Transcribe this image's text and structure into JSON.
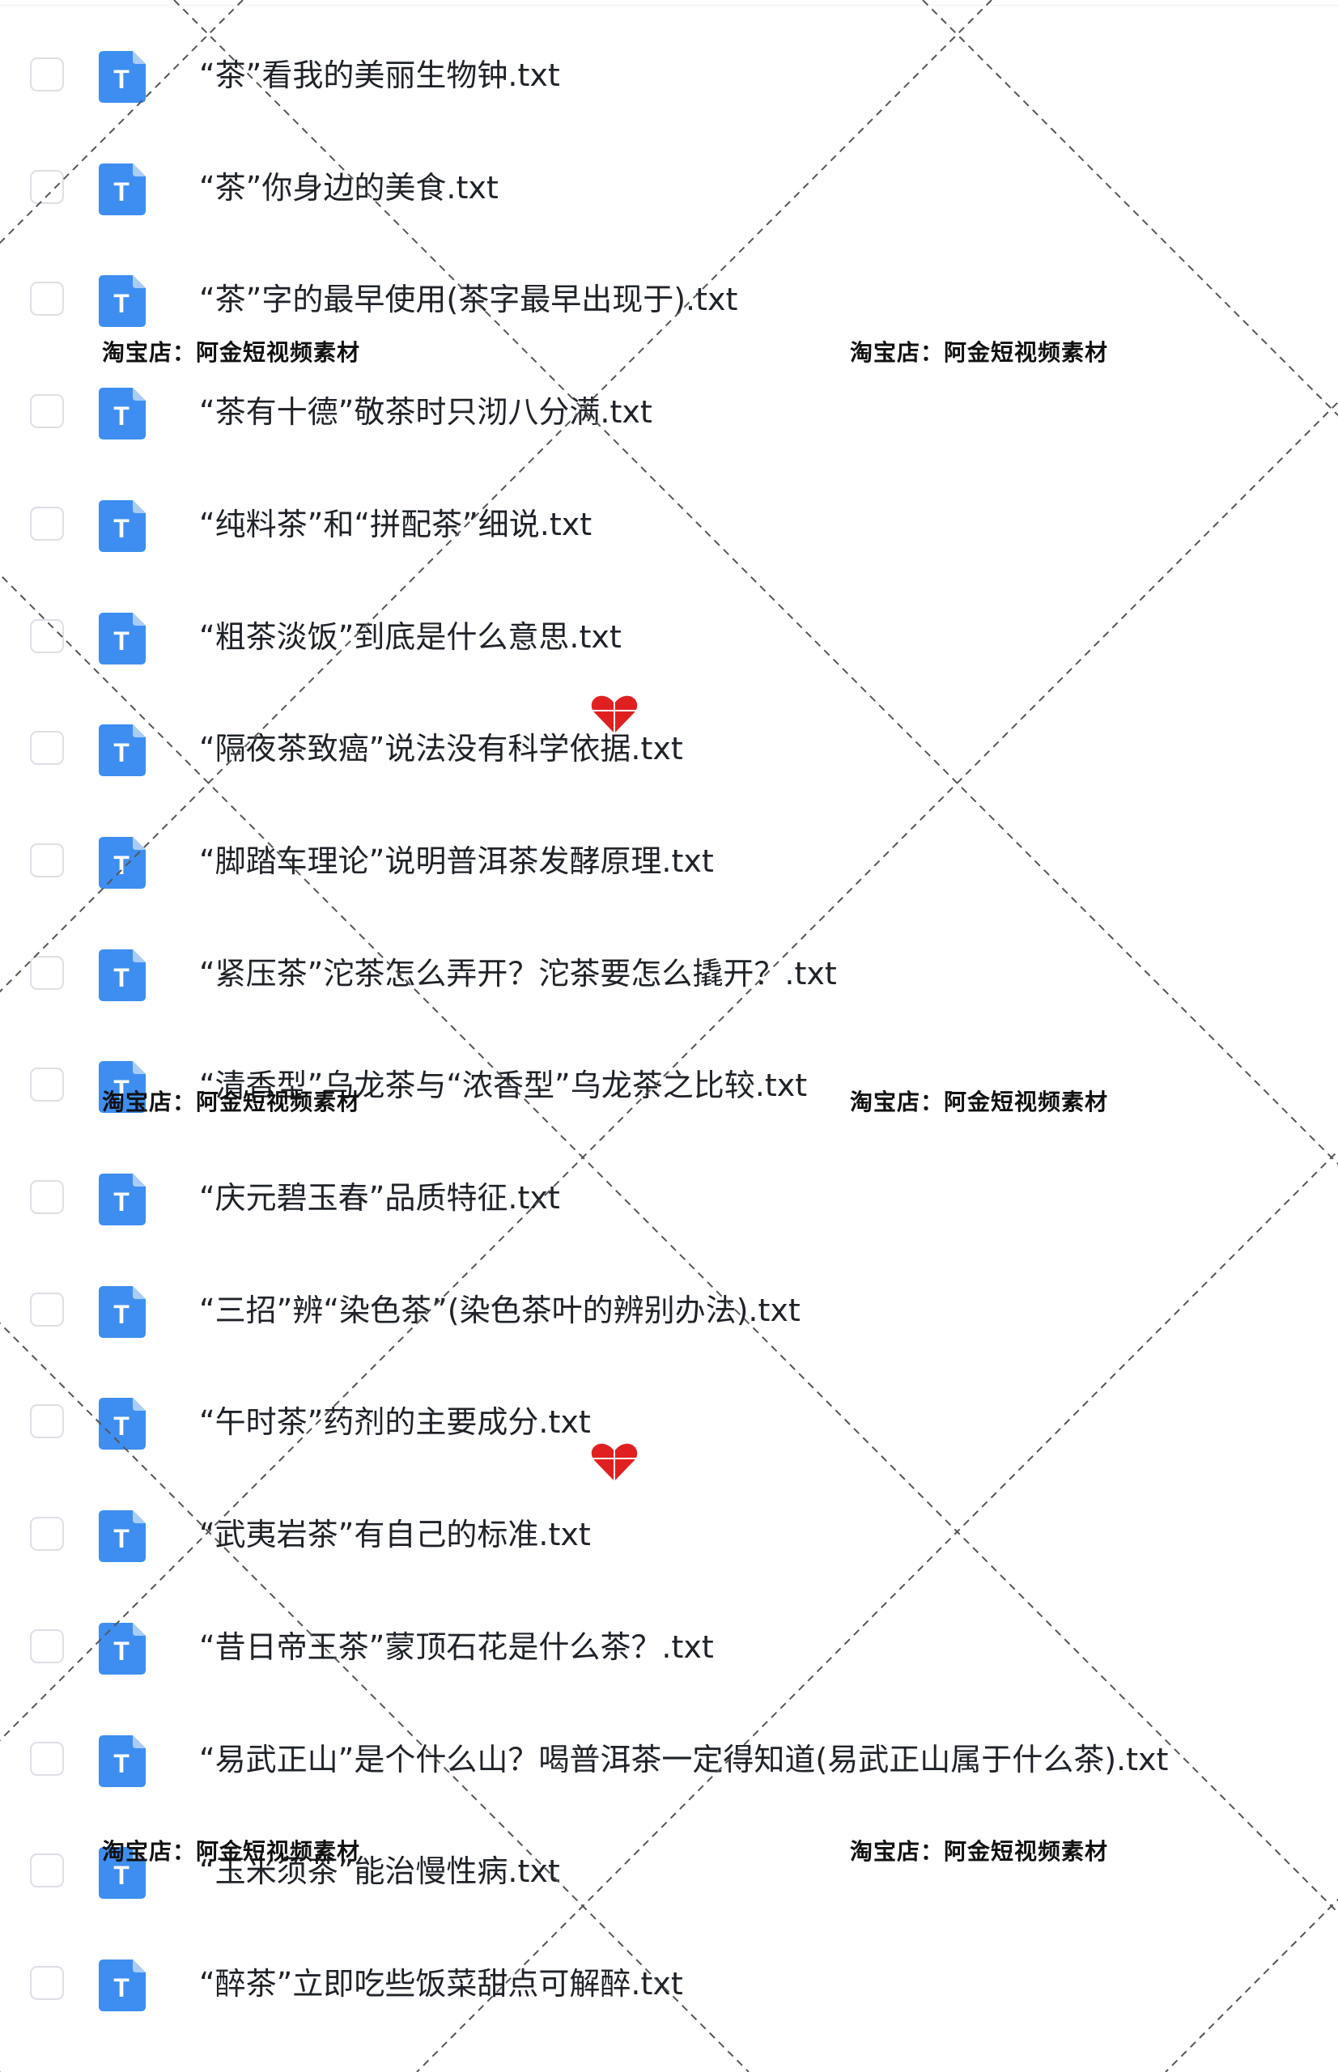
{
  "files": [
    {
      "name": "“茶”看我的美丽生物钟.txt"
    },
    {
      "name": "“茶”你身边的美食.txt"
    },
    {
      "name": "“茶”字的最早使用(茶字最早出现于).txt"
    },
    {
      "name": "“茶有十德”敬茶时只沏八分满.txt"
    },
    {
      "name": "“纯料茶”和“拼配茶”细说.txt"
    },
    {
      "name": "“粗茶淡饭”到底是什么意思.txt"
    },
    {
      "name": "“隔夜茶致癌”说法没有科学依据.txt"
    },
    {
      "name": "“脚踏车理论”说明普洱茶发酵原理.txt"
    },
    {
      "name": "“紧压茶”沱茶怎么弄开？沱茶要怎么撬开？.txt"
    },
    {
      "name": "“清香型”乌龙茶与“浓香型”乌龙茶之比较.txt"
    },
    {
      "name": "“庆元碧玉春”品质特征.txt"
    },
    {
      "name": "“三招”辨“染色茶”(染色茶叶的辨别办法).txt"
    },
    {
      "name": "“午时茶”药剂的主要成分.txt"
    },
    {
      "name": "“武夷岩茶”有自己的标准.txt"
    },
    {
      "name": "“昔日帝王茶”蒙顶石花是什么茶？.txt"
    },
    {
      "name": "“易武正山”是个什么山？喝普洱茶一定得知道(易武正山属于什么茶).txt"
    },
    {
      "name": "“玉米须茶”能治慢性病.txt"
    },
    {
      "name": "“醉茶”立即吃些饭菜甜点可解醉.txt"
    }
  ],
  "file_icon_letter": "T",
  "watermark": {
    "text": "淘宝店：阿金短视频素材"
  },
  "colors": {
    "icon_blue": "#3d8ef0",
    "icon_fold": "#a9cdf8",
    "text": "#1f2329",
    "checkbox_border": "#dcdfe5",
    "heart": "#e02020"
  },
  "icons": {
    "file": "text-file-icon",
    "decoration": "heart-icon"
  }
}
